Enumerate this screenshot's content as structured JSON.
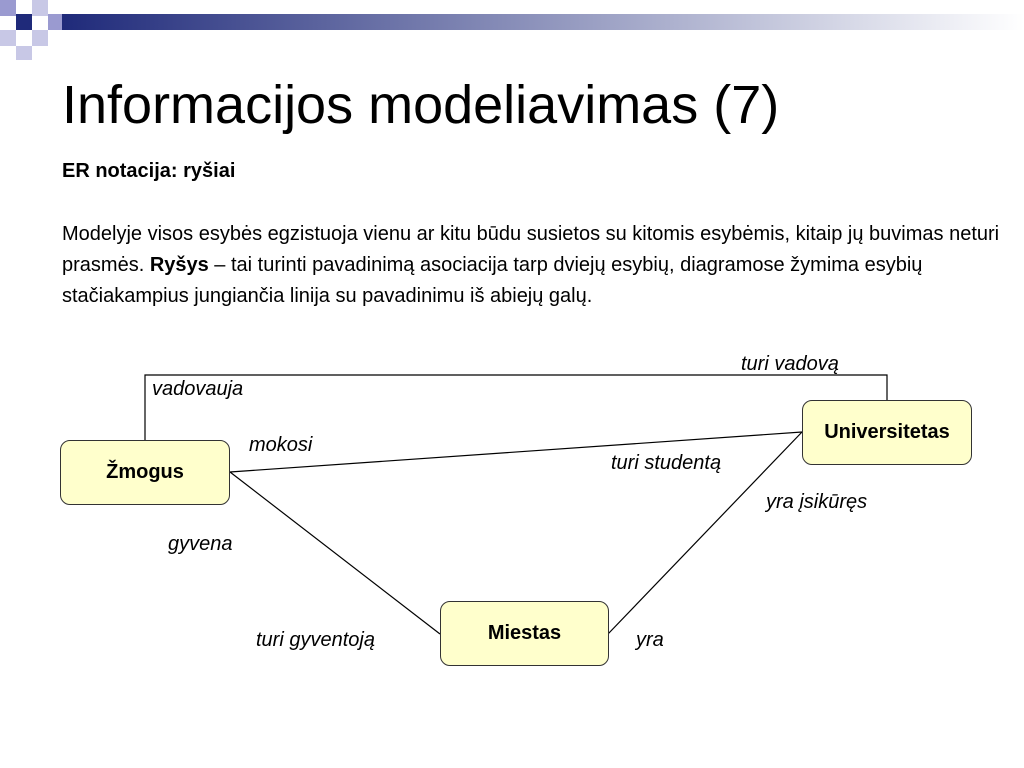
{
  "slide": {
    "title": "Informacijos modeliavimas (7)",
    "subtitle": "ER notacija: ryšiai",
    "paragraph": {
      "part1": "Modelyje visos esybės egzistuoja vienu ar kitu būdu susietos su kitomis esybėmis, kitaip jų buvimas neturi prasmės. ",
      "bold": "Ryšys",
      "part2": " – tai turinti pavadinimą asociacija tarp dviejų esybių, diagramose žymima esybių stačiakampius jungiančia linija su pavadinimu iš abiejų galų."
    }
  },
  "diagram": {
    "entities": {
      "zmogus": "Žmogus",
      "universitetas": "Universitetas",
      "miestas": "Miestas"
    },
    "roles": {
      "vadovauja": "vadovauja",
      "turi_vadova": "turi vadovą",
      "mokosi": "mokosi",
      "turi_studenta": "turi studentą",
      "gyvena": "gyvena",
      "turi_gyventoja": "turi gyventoją",
      "yra_isikures": "yra įsikūręs",
      "yra": "yra"
    },
    "entity_fill": "#ffffcc",
    "deco_color": "#1f2a7a"
  }
}
